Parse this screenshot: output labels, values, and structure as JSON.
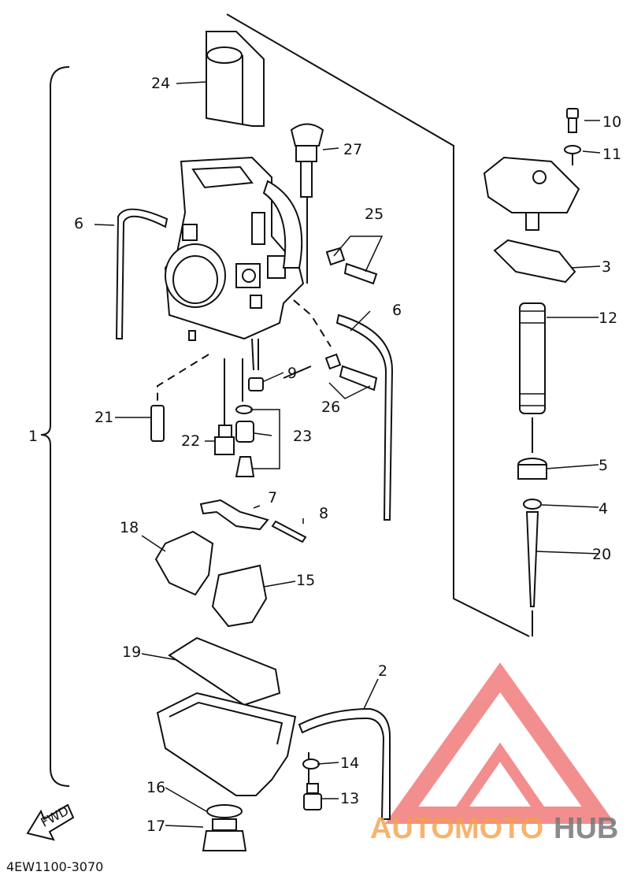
{
  "diagram_code": "4EW1100-3070",
  "fwd_label": "FWD",
  "callouts": {
    "c1": "1",
    "c2": "2",
    "c3": "3",
    "c4": "4",
    "c5": "5",
    "c6a": "6",
    "c6b": "6",
    "c7": "7",
    "c8": "8",
    "c9": "9",
    "c10": "10",
    "c11": "11",
    "c12": "12",
    "c13": "13",
    "c14": "14",
    "c15": "15",
    "c16": "16",
    "c17": "17",
    "c18": "18",
    "c19": "19",
    "c20": "20",
    "c21": "21",
    "c22": "22",
    "c23": "23",
    "c24": "24",
    "c25": "25",
    "c26": "26",
    "c27": "27"
  },
  "watermark": {
    "part1": "AUTOMOTO",
    "part2": "HUB",
    "color1": "#f3a14a",
    "color2": "#777777",
    "logo_color": "#f27b7b"
  }
}
